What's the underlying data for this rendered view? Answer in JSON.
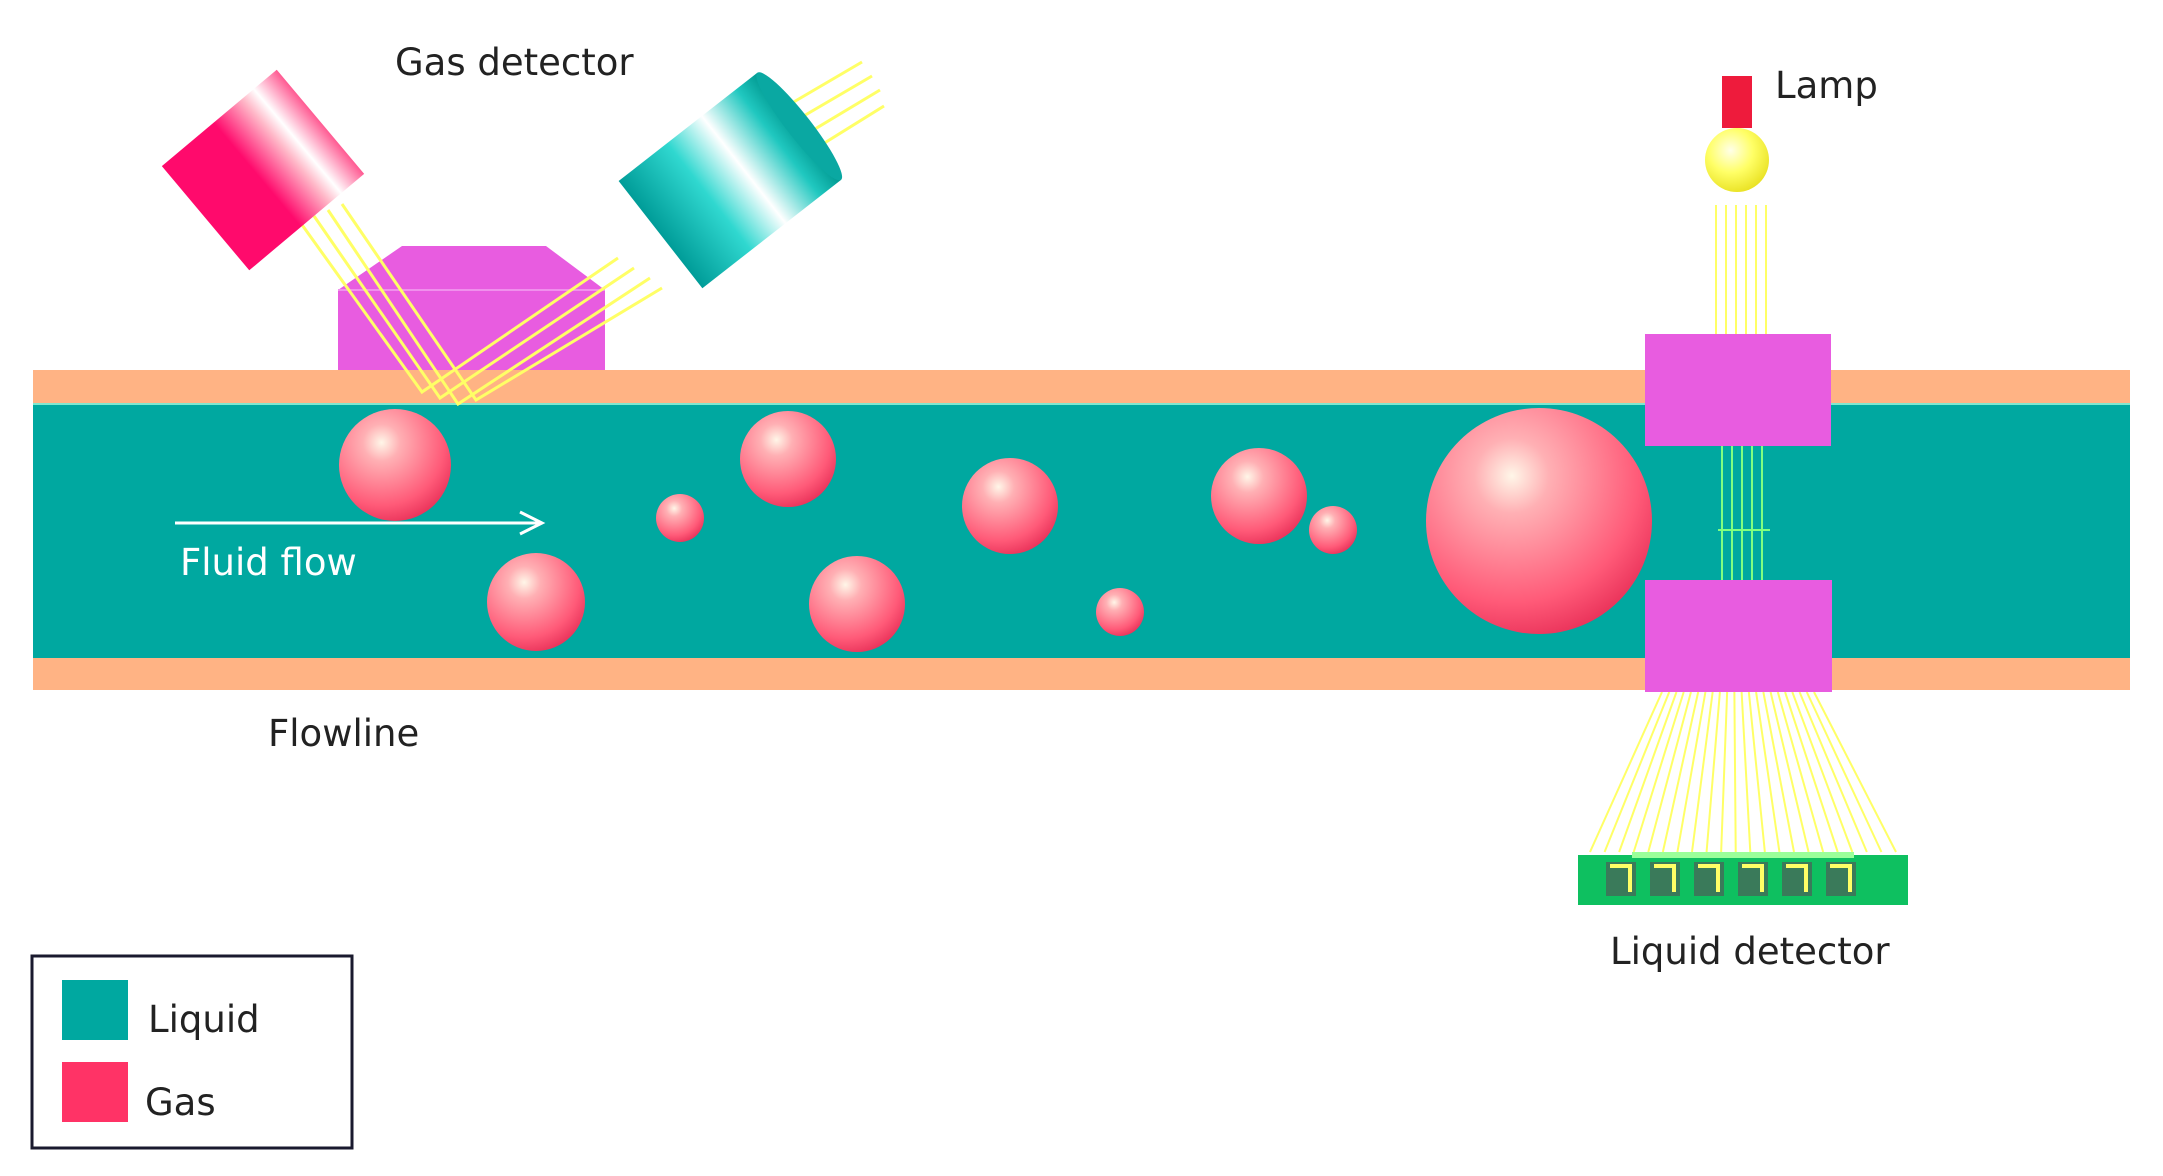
{
  "labels": {
    "gas_detector": "Gas detector",
    "lamp": "Lamp",
    "fluid_flow": "Fluid flow",
    "flowline": "Flowline",
    "liquid_detector": "Liquid detector"
  },
  "legend": {
    "items": [
      {
        "label": "Liquid",
        "color": "#00a8a0"
      },
      {
        "label": "Gas",
        "color": "#ff3366"
      }
    ]
  },
  "colors": {
    "liquid": "#00a8a0",
    "pipe_wall": "#ffb384",
    "gas_bubble": "#ff5a78",
    "prism": "#e85ce0",
    "light_ray": "#ffff66",
    "gas_source": "#ff0a6c",
    "gas_detector_body": "#10c8c0",
    "lamp_bulb": "#ffff44",
    "lamp_base": "#ee1b3c",
    "detector_board": "#0ec060"
  },
  "icons": {
    "bubble": "gas-bubble-icon",
    "arrow": "flow-arrow-icon",
    "lamp": "lamp-icon"
  }
}
